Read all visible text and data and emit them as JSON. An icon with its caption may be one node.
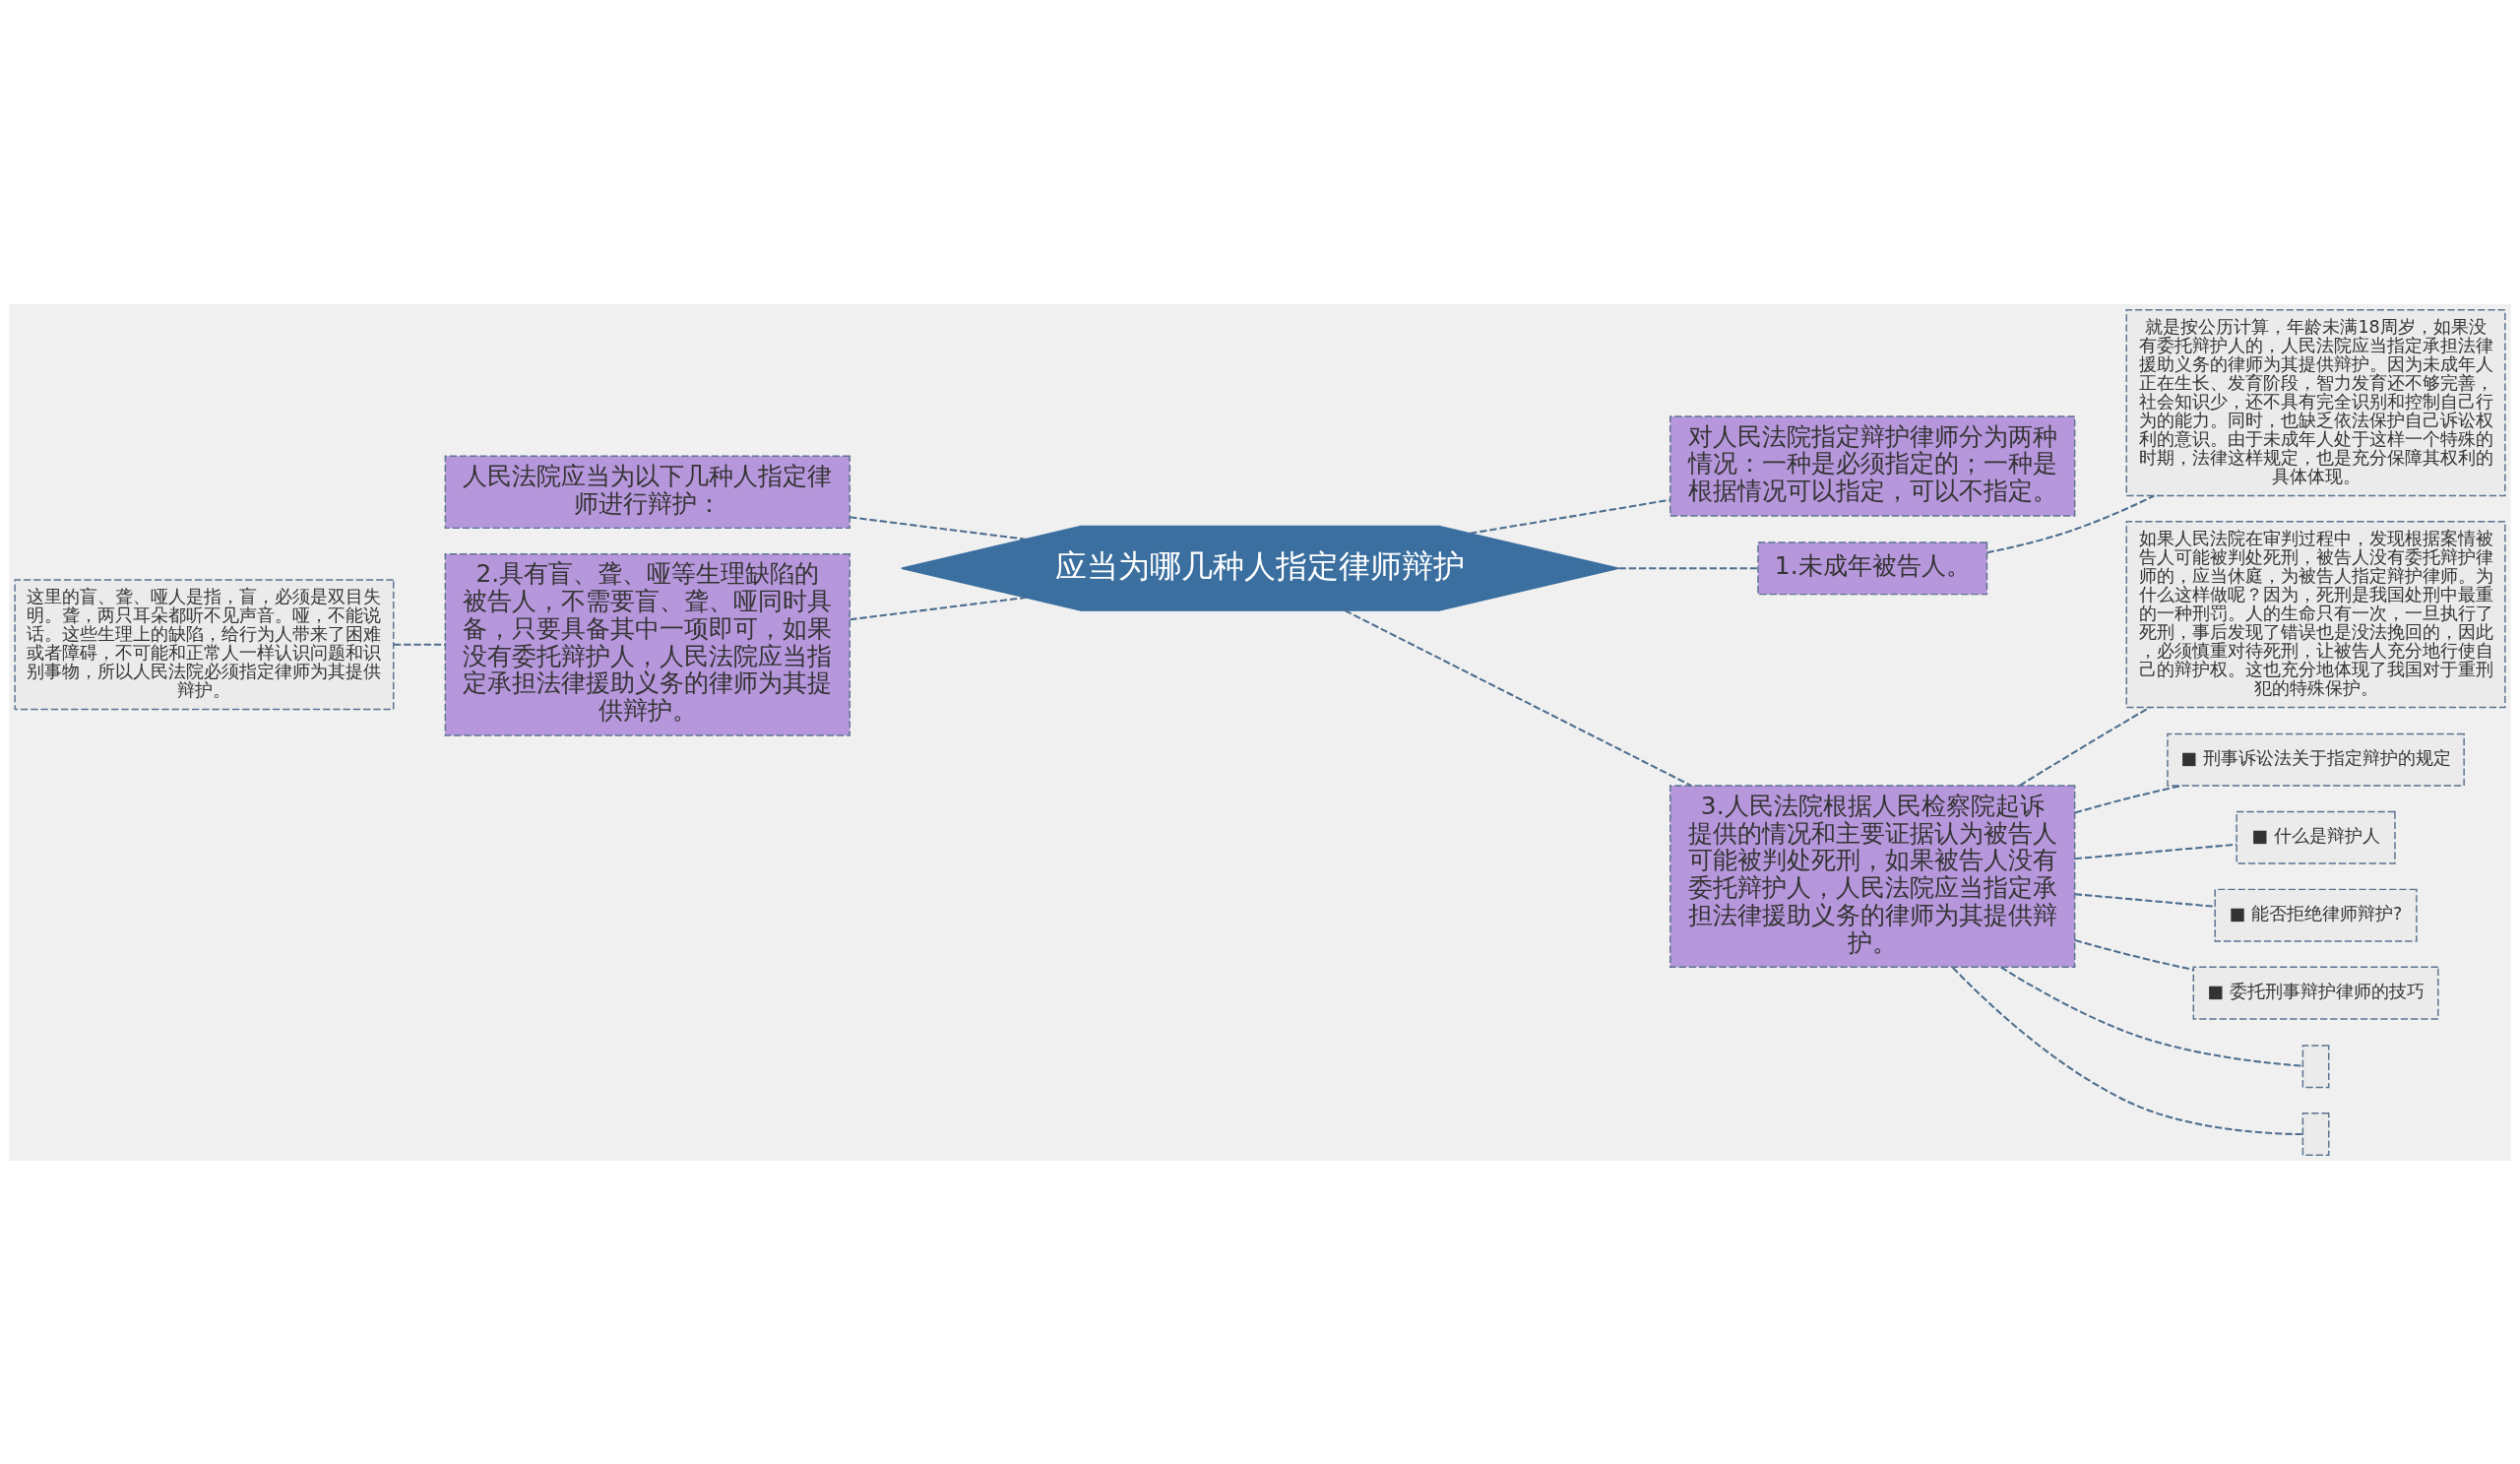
{
  "diagram": {
    "nodes": [
      {
        "text": [
          "应当为哪几种人指定律师辩护"
        ]
      },
      {
        "text": [
          "人民法院应当为以下几种人指定律师进行辩护："
        ]
      },
      {
        "text": [
          "2.具有盲、聋、哑等生理缺陷的被告人，不需要盲、聋、哑同时具备，只要具备其中一项即可，如果没有委托辩护人，人民法院应当指定承担法律援助义务的律师为其提供辩护。"
        ]
      },
      {
        "text": [
          "这里的盲、聋、哑人是指，盲，必须是双目失明。聋，两只耳朵都听不见声音。哑，不能说话。这些生理上的缺陷，给行为人带来了困难或者障碍，不可能和正常人一样认识问题和识别事物，所以人民法院必须指定律师为其提供辩护。"
        ]
      },
      {
        "text": [
          "对人民法院指定辩护律师分为两种情况：一种是必须指定的；一种是根据情况可以指定，可以不指定。"
        ]
      },
      {
        "text": [
          "1.未成年被告人。"
        ]
      },
      {
        "text": [
          "就是按公历计算，年龄未满18周岁，如果没有委托辩护人的，人民法院应当指定承担法律援助义务的律师为其提供辩护。因为未成年人正在生长、发育阶段，智力发育还不够完善，社会知识少，还不具有完全识别和控制自己行为的能力。同时，也缺乏依法保护自己诉讼权利的意识。由于未成年人处于这样一个特殊的时期，法律这样规定，也是充分保障其权利的具体体现。"
        ]
      },
      {
        "text": [
          "3.人民法院根据人民检察院起诉提供的情况和主要证据认为被告人可能被判处死刑，如果被告人没有委托辩护人，人民法院应当指定承担法律援助义务的律师为其提供辩护。"
        ]
      },
      {
        "text": [
          "如果人民法院在审判过程中，发现根据案情被告人可能被判处死刑，被告人没有委托辩护律师的，应当休庭，为被告人指定辩护律师。为什么这样做呢？因为，死刑是我国处刑中最重的一种刑罚。人的生命只有一次，一旦执行了死刑，事后发现了错误也是没法挽回的，因此，必须慎重对待死刑，让被告人充分地行使自己的辩护权。这也充分地体现了我国对于重刑犯的特殊保护。"
        ]
      },
      {
        "text": [
          "■ 刑事诉讼法关于指定辩护的规定"
        ]
      },
      {
        "text": [
          "■ 什么是辩护人"
        ]
      },
      {
        "text": [
          "■ 能否拒绝律师辩护?"
        ]
      },
      {
        "text": [
          "■ 委托刑事辩护律师的技巧"
        ]
      },
      {
        "text": [],
        "shape": "box"
      },
      {
        "text": [],
        "shape": "box"
      }
    ],
    "edges": [
      {
        "from": 0,
        "to": 1,
        "arrow": "none"
      },
      {
        "from": 0,
        "to": 2,
        "arrow": "none"
      },
      {
        "from": 2,
        "to": 3,
        "arrow": "none"
      },
      {
        "from": 0,
        "to": 4,
        "arrow": "none"
      },
      {
        "from": 0,
        "to": 5,
        "arrow": "none"
      },
      {
        "from": 5,
        "to": 6,
        "arrow": "none"
      },
      {
        "from": 0,
        "to": 7,
        "arrow": "none"
      },
      {
        "from": 7,
        "to": 8,
        "arrow": "none"
      },
      {
        "from": 7,
        "to": 9,
        "arrow": "none"
      },
      {
        "from": 7,
        "to": 10,
        "arrow": "none"
      },
      {
        "from": 7,
        "to": 11,
        "arrow": "none"
      },
      {
        "from": 7,
        "to": 12,
        "arrow": "none"
      },
      {
        "from": 7,
        "to": 13,
        "arrow": "none"
      },
      {
        "from": 7,
        "to": 14,
        "arrow": "none"
      }
    ]
  }
}
